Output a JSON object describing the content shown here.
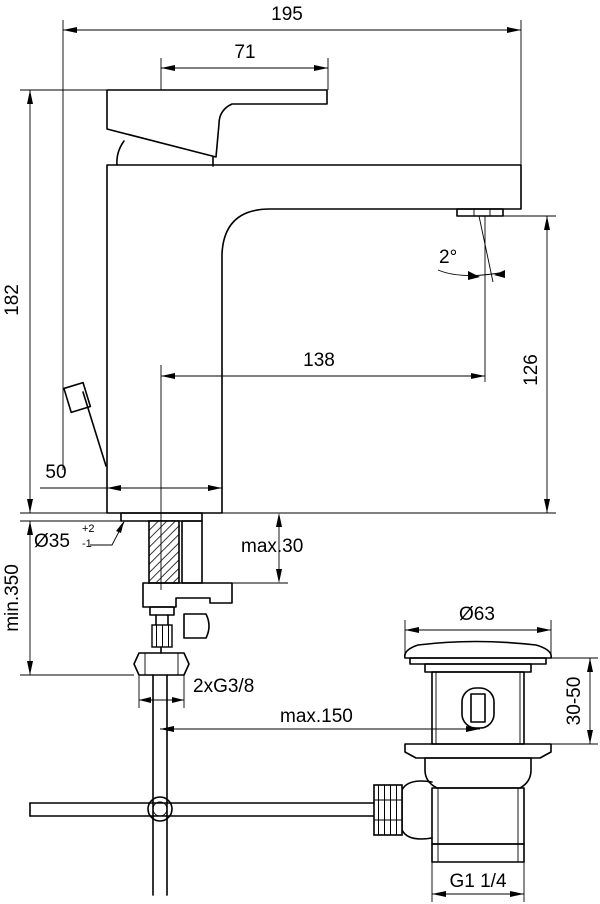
{
  "dimensions": {
    "overall_width": "195",
    "handle_length": "71",
    "overall_height": "182",
    "spout_height": "126",
    "spout_reach": "138",
    "body_width": "50",
    "hole_diameter": "Ø35",
    "hole_tol_plus": "+2",
    "hole_tol_minus": "-1",
    "max_thickness": "max.30",
    "min_hose": "min.350",
    "connections": "2xG3/8",
    "max_distance": "max.150",
    "waste_diameter": "Ø63",
    "waste_range": "30-50",
    "waste_thread": "G1 1/4",
    "spray_angle": "2°"
  }
}
